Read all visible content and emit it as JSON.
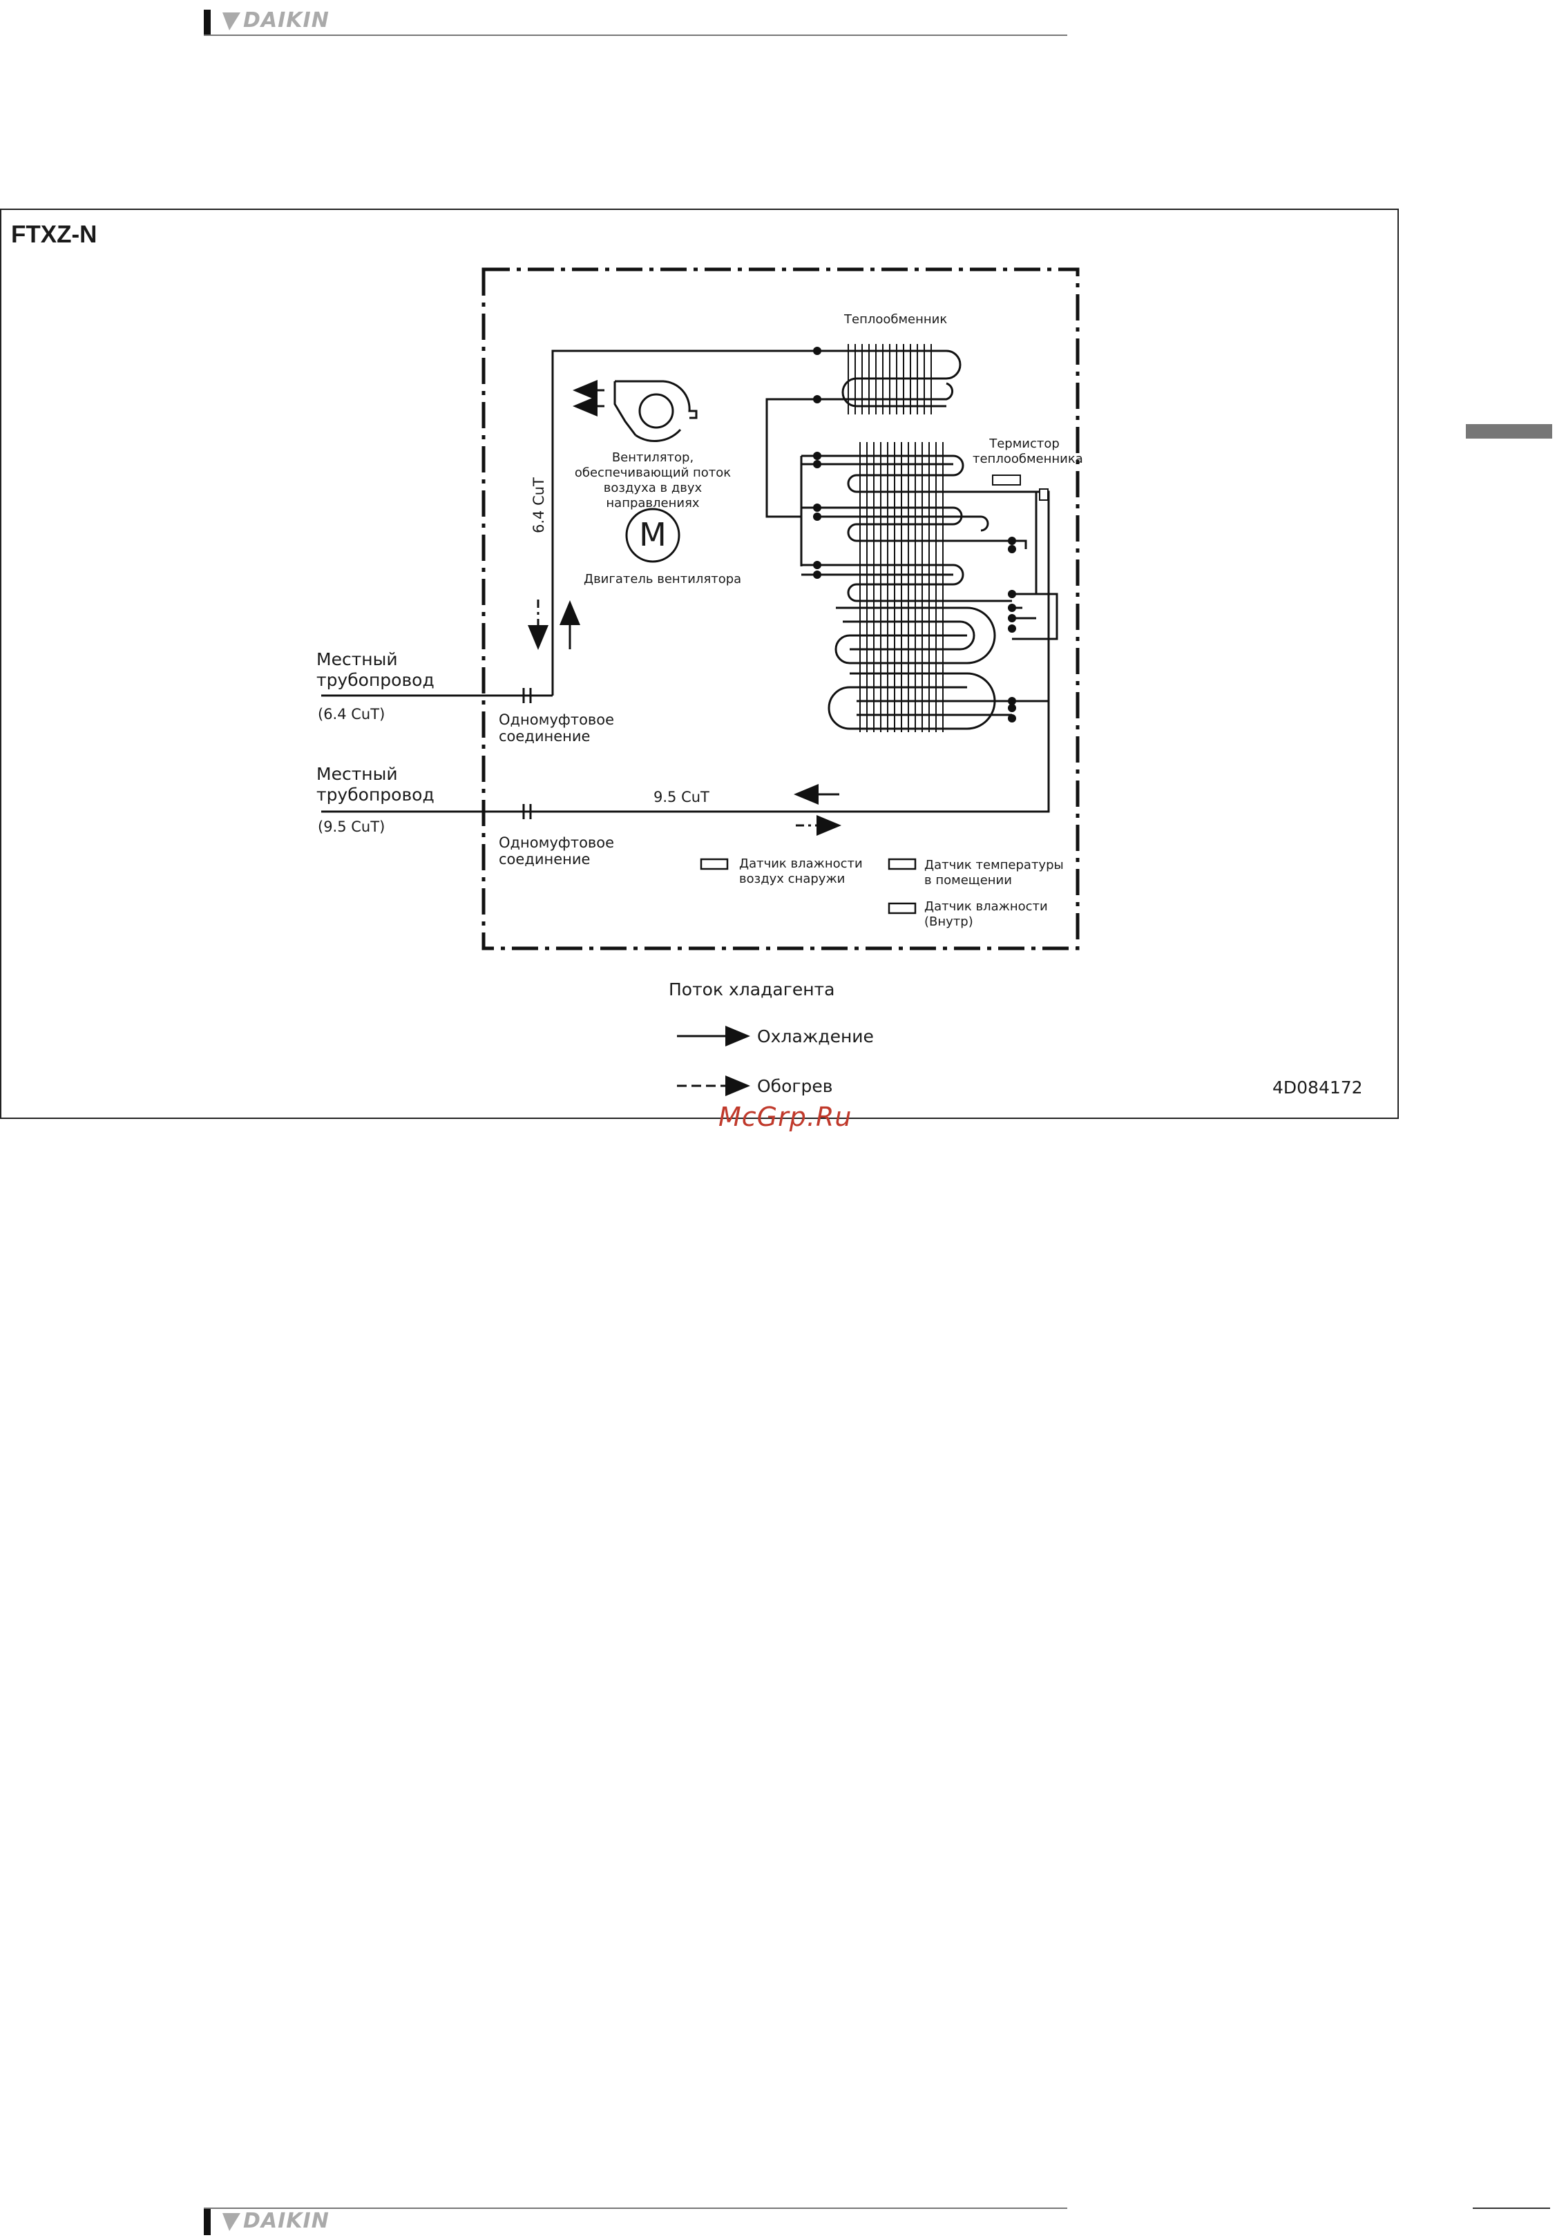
{
  "header": {
    "brand": "DAIKIN"
  },
  "footer": {
    "brand": "DAIKIN"
  },
  "figure": {
    "model": "FTXZ-N",
    "heat_exchanger": "Теплообменник",
    "fan": "Вентилятор,\nобеспечивающий поток\nвоздуха в двух\nнаправлениях",
    "motor_symbol": "M",
    "fan_motor": "Двигатель вентилятора",
    "thermistor": "Термистор\nтеплообменника",
    "pipe_64_rot": "6.4 CuT",
    "field_piping_1": "Местный\nтрубопровод",
    "field_piping_1_size": "(6.4 CuT)",
    "flare_1": "Одномуфтовое\nсоединение",
    "field_piping_2": "Местный\nтрубопровод",
    "field_piping_2_size": "(9.5 CuT)",
    "flare_2": "Одномуфтовое\nсоединение",
    "pipe_95": "9.5 CuT",
    "sensor_outdoor_humidity": "Датчик влажности\nвоздух снаружи",
    "sensor_room_temp": "Датчик температуры\nв помещении",
    "sensor_humidity_inside": "Датчик влажности\n(Внутр)",
    "legend_title": "Поток хладагента",
    "legend_cooling": "Охлаждение",
    "legend_heating": "Обогрев",
    "drawing_number": "4D084172"
  },
  "watermark": "McGrp.Ru"
}
